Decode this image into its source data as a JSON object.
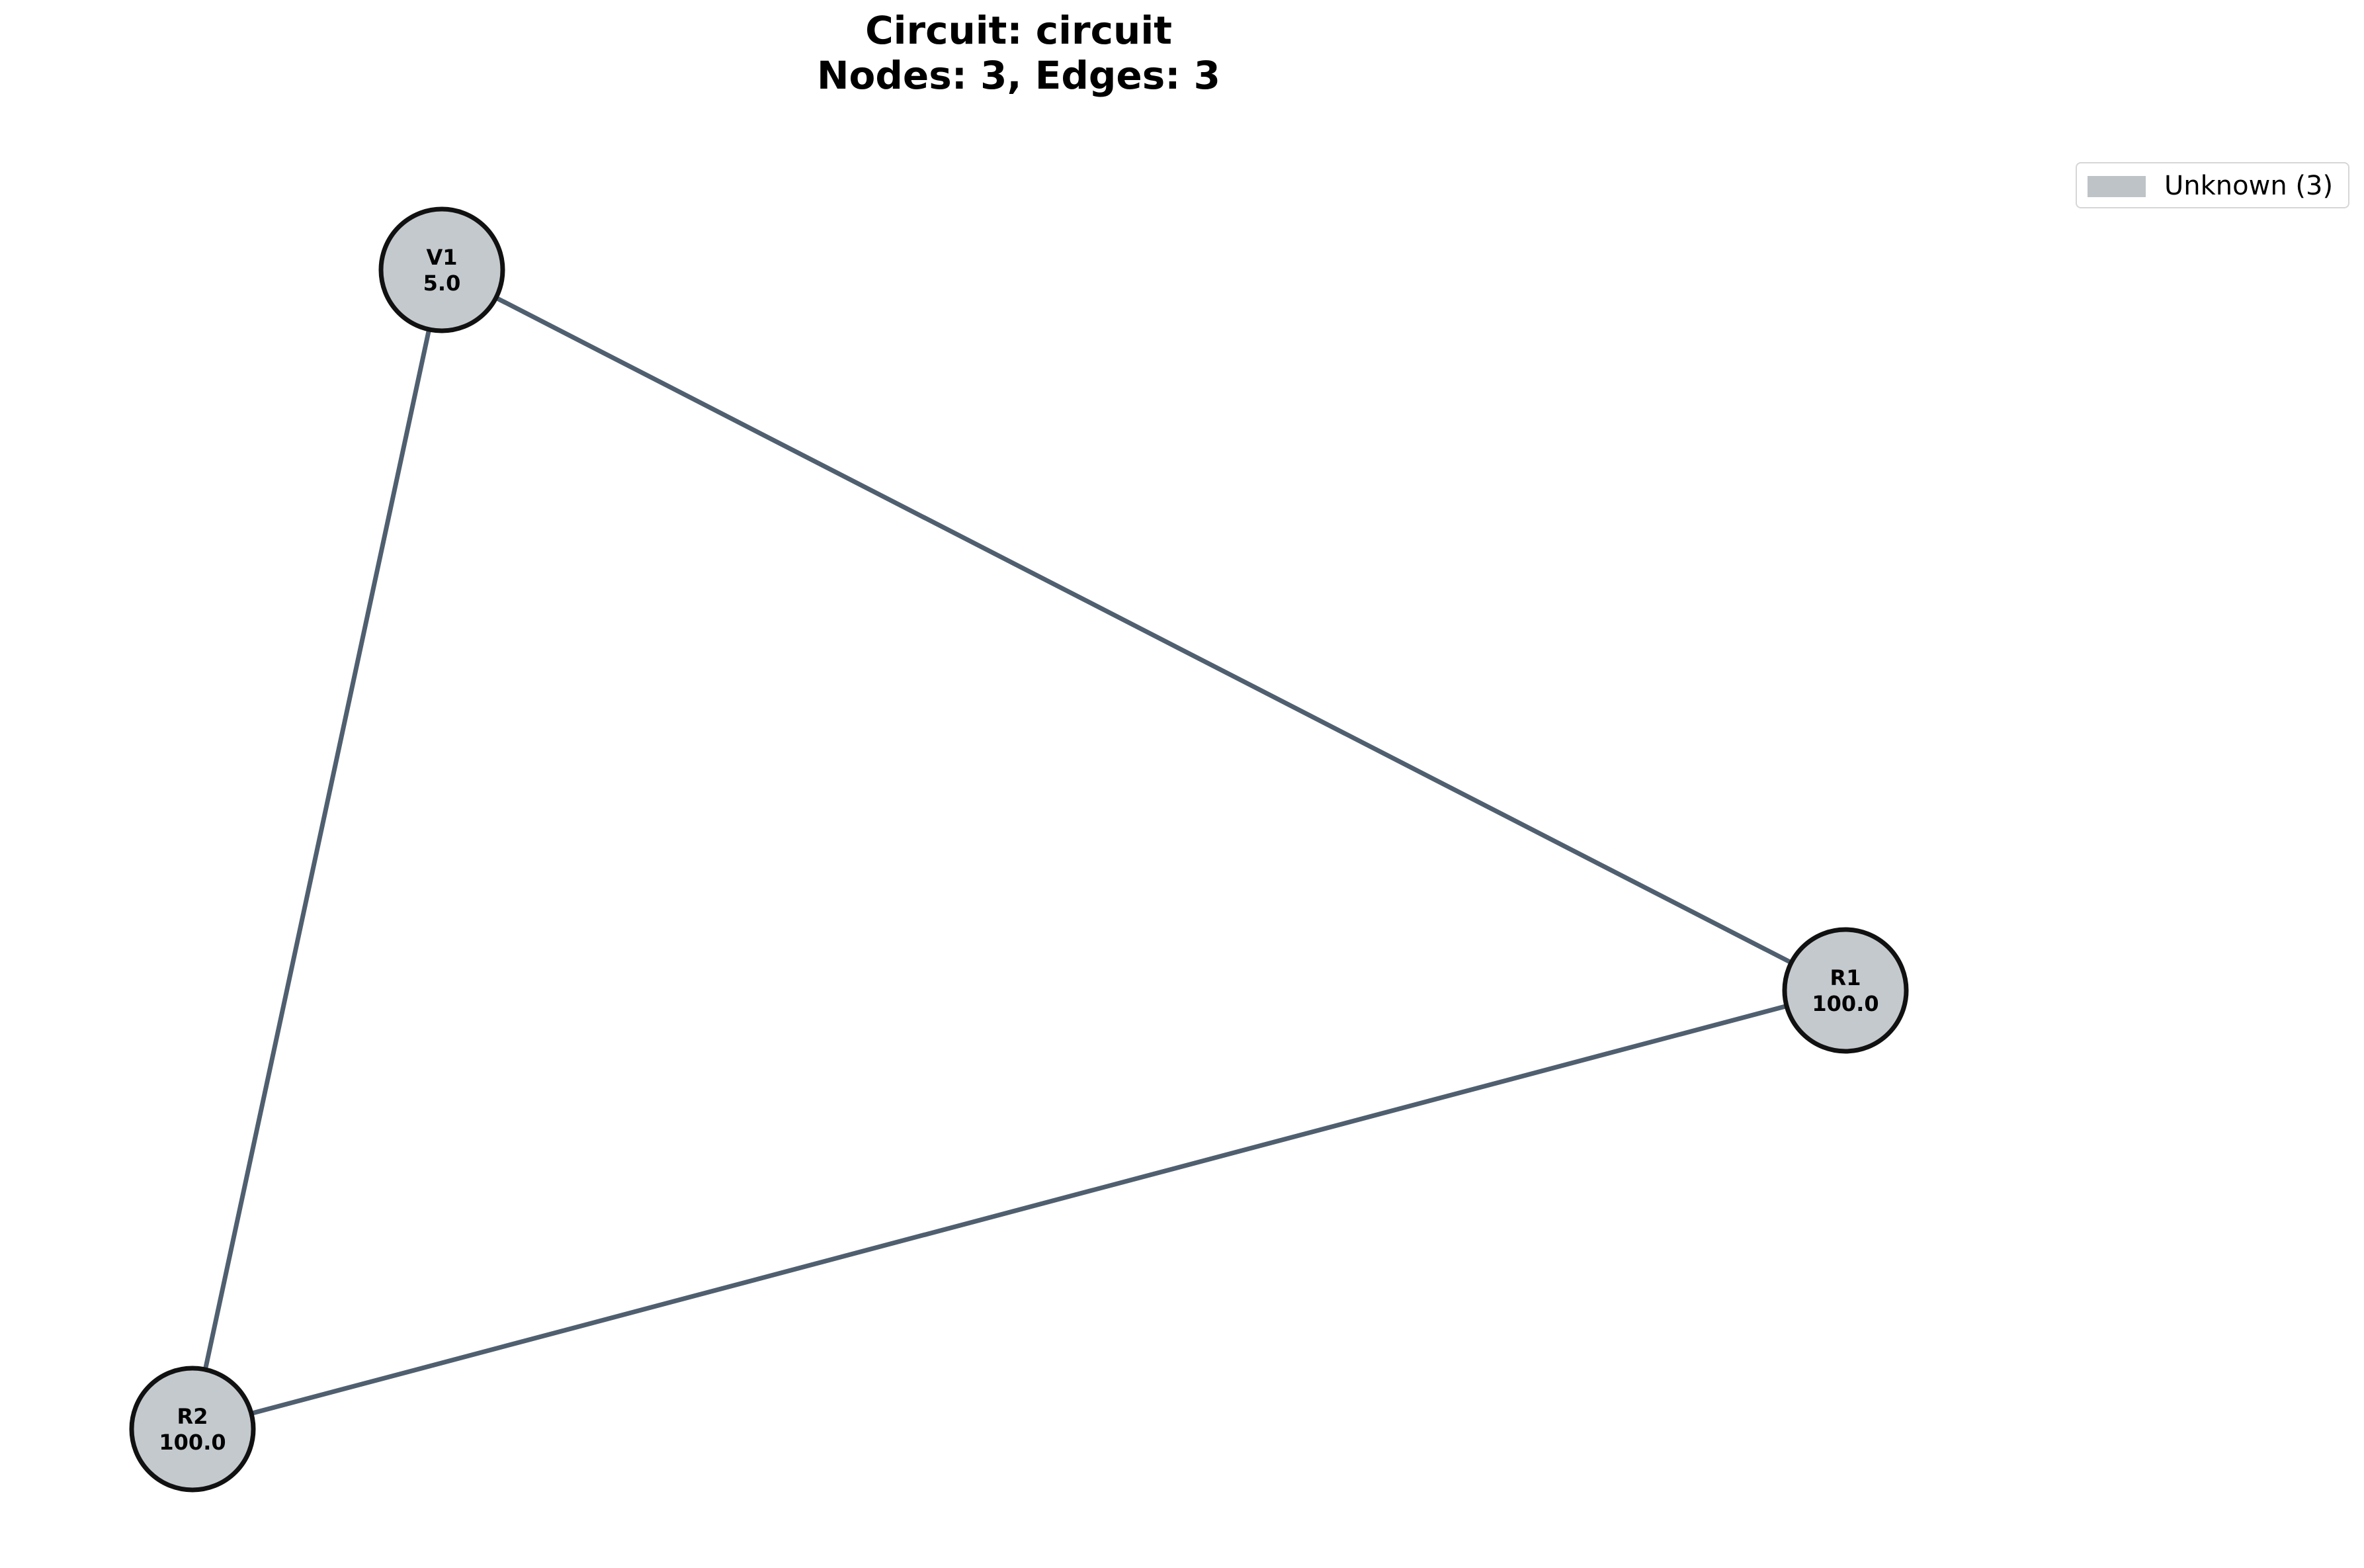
{
  "title": {
    "line1": "Circuit: circuit",
    "line2": "Nodes: 3, Edges: 3"
  },
  "legend": {
    "label": "Unknown (3)",
    "swatch_color": "#bdc3c7"
  },
  "colors": {
    "node_fill": "#c4c9ce",
    "node_stroke": "#111111",
    "edge": "#4f5f6f",
    "background": "#ffffff"
  },
  "nodes": [
    {
      "id": "V1",
      "name": "V1",
      "value": "5.0"
    },
    {
      "id": "R1",
      "name": "R1",
      "value": "100.0"
    },
    {
      "id": "R2",
      "name": "R2",
      "value": "100.0"
    }
  ],
  "edges": [
    {
      "from": "V1",
      "to": "R1"
    },
    {
      "from": "R1",
      "to": "R2"
    },
    {
      "from": "V1",
      "to": "R2"
    }
  ]
}
